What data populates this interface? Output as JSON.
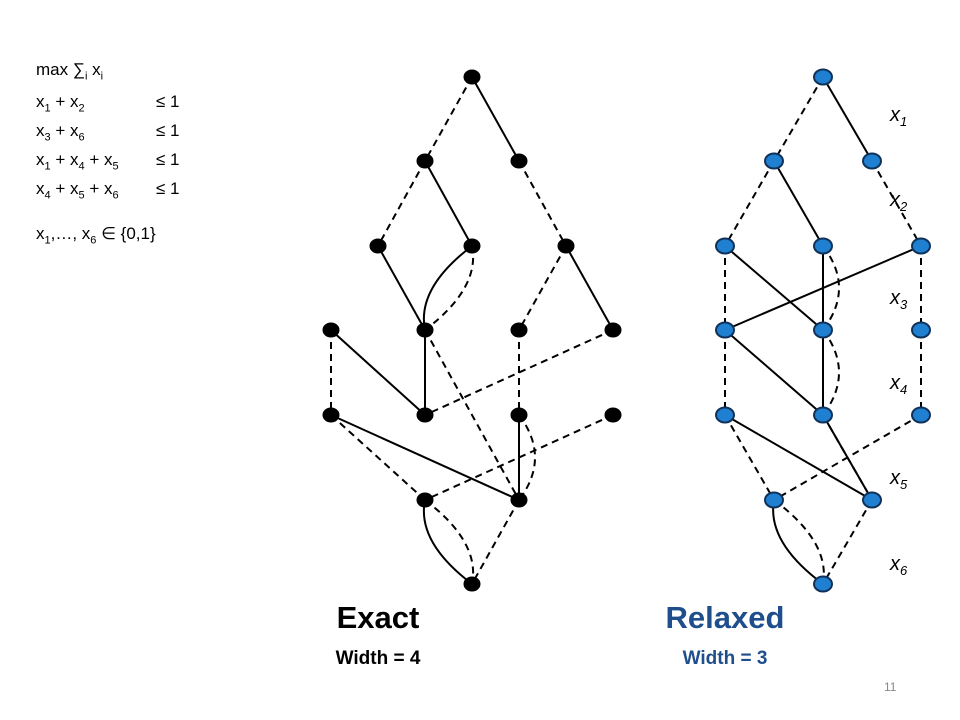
{
  "lp": {
    "objective": {
      "prefix": "max ∑",
      "idx": "i",
      "var": " x",
      "var_idx": "i"
    },
    "constraints": [
      {
        "terms": [
          [
            "x",
            "1"
          ],
          [
            " + x",
            "2"
          ]
        ],
        "rhs": "≤ 1"
      },
      {
        "terms": [
          [
            "x",
            "3"
          ],
          [
            " + x",
            "6"
          ]
        ],
        "rhs": "≤ 1"
      },
      {
        "terms": [
          [
            "x",
            "1"
          ],
          [
            " + x",
            "4"
          ],
          [
            " + x",
            "5"
          ]
        ],
        "rhs": "≤ 1"
      },
      {
        "terms": [
          [
            "x",
            "4"
          ],
          [
            " + x",
            "5"
          ],
          [
            " + x",
            "6"
          ]
        ],
        "rhs": "≤ 1"
      }
    ],
    "domain": {
      "terms": [
        [
          "x",
          "1"
        ],
        [
          ",…, x",
          "6"
        ]
      ],
      "tail": " ∈ {0,1}"
    }
  },
  "layer_labels": [
    {
      "base": "x",
      "idx": "1"
    },
    {
      "base": "x",
      "idx": "2"
    },
    {
      "base": "x",
      "idx": "3"
    },
    {
      "base": "x",
      "idx": "4"
    },
    {
      "base": "x",
      "idx": "5"
    },
    {
      "base": "x",
      "idx": "6"
    }
  ],
  "exact": {
    "title": "Exact",
    "subtitle": "Width = 4",
    "node_color": "#000000",
    "nodes": [
      {
        "id": "r",
        "layer": 0,
        "col": 2
      },
      {
        "id": "a1",
        "layer": 1,
        "col": 1
      },
      {
        "id": "a2",
        "layer": 1,
        "col": 3
      },
      {
        "id": "b1",
        "layer": 2,
        "col": 0
      },
      {
        "id": "b2",
        "layer": 2,
        "col": 2
      },
      {
        "id": "b3",
        "layer": 2,
        "col": 4
      },
      {
        "id": "c1",
        "layer": 3,
        "col": -1
      },
      {
        "id": "c2",
        "layer": 3,
        "col": 1
      },
      {
        "id": "c3",
        "layer": 3,
        "col": 3
      },
      {
        "id": "c4",
        "layer": 3,
        "col": 5
      },
      {
        "id": "d1",
        "layer": 4,
        "col": -1
      },
      {
        "id": "d2",
        "layer": 4,
        "col": 1
      },
      {
        "id": "d3",
        "layer": 4,
        "col": 3
      },
      {
        "id": "d4",
        "layer": 4,
        "col": 5
      },
      {
        "id": "e1",
        "layer": 5,
        "col": 1
      },
      {
        "id": "e2",
        "layer": 5,
        "col": 3
      },
      {
        "id": "t",
        "layer": 6,
        "col": 2
      }
    ],
    "arcs": [
      {
        "from": "r",
        "to": "a1",
        "value": 0
      },
      {
        "from": "r",
        "to": "a2",
        "value": 1
      },
      {
        "from": "a1",
        "to": "b1",
        "value": 0
      },
      {
        "from": "a1",
        "to": "b2",
        "value": 1
      },
      {
        "from": "a2",
        "to": "b3",
        "value": 0
      },
      {
        "from": "b1",
        "to": "c2",
        "value": 1
      },
      {
        "from": "b2",
        "to": "c2",
        "value": 1,
        "curve": -1
      },
      {
        "from": "b2",
        "to": "c2",
        "value": 0,
        "curve": 1
      },
      {
        "from": "b3",
        "to": "c3",
        "value": 0
      },
      {
        "from": "b3",
        "to": "c4",
        "value": 1
      },
      {
        "from": "c1",
        "to": "d1",
        "value": 0
      },
      {
        "from": "c1",
        "to": "d2",
        "value": 1
      },
      {
        "from": "c2",
        "to": "d2",
        "value": 1
      },
      {
        "from": "c2",
        "to": "e2",
        "value": 0
      },
      {
        "from": "c4",
        "to": "d2",
        "value": 0
      },
      {
        "from": "c3",
        "to": "d3",
        "value": 0
      },
      {
        "from": "d1",
        "to": "e1",
        "value": 0
      },
      {
        "from": "d1",
        "to": "e2",
        "value": 1
      },
      {
        "from": "d3",
        "to": "e2",
        "value": 1
      },
      {
        "from": "d3",
        "to": "e2",
        "value": 0,
        "curve": 1
      },
      {
        "from": "d4",
        "to": "e1",
        "value": 0
      },
      {
        "from": "e1",
        "to": "t",
        "value": 1,
        "curve": -1
      },
      {
        "from": "e1",
        "to": "t",
        "value": 0,
        "curve": 1
      },
      {
        "from": "e2",
        "to": "t",
        "value": 0
      }
    ]
  },
  "relaxed": {
    "title": "Relaxed",
    "subtitle": "Width = 3",
    "node_color": "#1f7fd0",
    "title_color": "#1f4e8c",
    "nodes": [
      {
        "id": "r",
        "layer": 0,
        "col": 2
      },
      {
        "id": "a1",
        "layer": 1,
        "col": 1
      },
      {
        "id": "a2",
        "layer": 1,
        "col": 3
      },
      {
        "id": "b1",
        "layer": 2,
        "col": 0
      },
      {
        "id": "b2",
        "layer": 2,
        "col": 2
      },
      {
        "id": "b3",
        "layer": 2,
        "col": 4
      },
      {
        "id": "c1",
        "layer": 3,
        "col": 0
      },
      {
        "id": "c2",
        "layer": 3,
        "col": 2
      },
      {
        "id": "c3",
        "layer": 3,
        "col": 4
      },
      {
        "id": "d1",
        "layer": 4,
        "col": 0
      },
      {
        "id": "d2",
        "layer": 4,
        "col": 2
      },
      {
        "id": "d3",
        "layer": 4,
        "col": 4
      },
      {
        "id": "e1",
        "layer": 5,
        "col": 1
      },
      {
        "id": "e2",
        "layer": 5,
        "col": 3
      },
      {
        "id": "t",
        "layer": 6,
        "col": 2
      }
    ],
    "arcs": [
      {
        "from": "r",
        "to": "a1",
        "value": 0
      },
      {
        "from": "r",
        "to": "a2",
        "value": 1
      },
      {
        "from": "a1",
        "to": "b1",
        "value": 0
      },
      {
        "from": "a1",
        "to": "b2",
        "value": 1
      },
      {
        "from": "a2",
        "to": "b3",
        "value": 0
      },
      {
        "from": "b1",
        "to": "c1",
        "value": 0
      },
      {
        "from": "b1",
        "to": "c2",
        "value": 1
      },
      {
        "from": "b2",
        "to": "c2",
        "value": 1
      },
      {
        "from": "b2",
        "to": "c2",
        "value": 0,
        "curve": 1
      },
      {
        "from": "b3",
        "to": "c1",
        "value": 1
      },
      {
        "from": "b3",
        "to": "c3",
        "value": 0
      },
      {
        "from": "c1",
        "to": "d1",
        "value": 0
      },
      {
        "from": "c1",
        "to": "d2",
        "value": 1
      },
      {
        "from": "c2",
        "to": "d2",
        "value": 1
      },
      {
        "from": "c2",
        "to": "d2",
        "value": 0,
        "curve": 1
      },
      {
        "from": "c3",
        "to": "d3",
        "value": 0
      },
      {
        "from": "d1",
        "to": "e1",
        "value": 0
      },
      {
        "from": "d1",
        "to": "e2",
        "value": 1
      },
      {
        "from": "d2",
        "to": "e2",
        "value": 1
      },
      {
        "from": "d2",
        "to": "e2",
        "value": 0
      },
      {
        "from": "d3",
        "to": "e1",
        "value": 0
      },
      {
        "from": "e1",
        "to": "t",
        "value": 1,
        "curve": -1
      },
      {
        "from": "e1",
        "to": "t",
        "value": 0,
        "curve": 1
      },
      {
        "from": "e2",
        "to": "t",
        "value": 0
      }
    ]
  },
  "page_number": "11"
}
